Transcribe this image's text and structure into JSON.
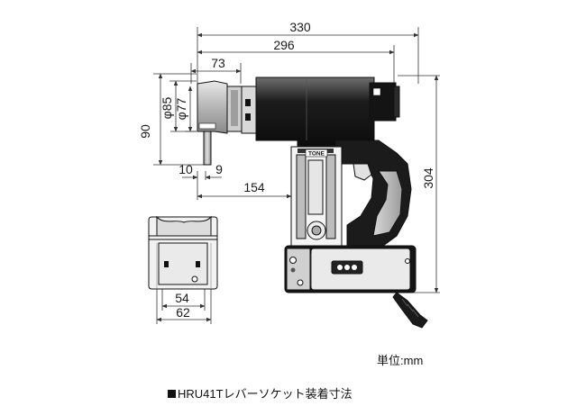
{
  "drawing": {
    "dimensions": {
      "overall_length": "330",
      "body_length": "296",
      "head_length": "73",
      "outer_diameter": "φ85",
      "inner_diameter": "φ77",
      "center_height": "90",
      "pin_offset": "10",
      "pin_width": "9",
      "handle_offset": "154",
      "overall_height": "304",
      "socket_inner_width": "54",
      "socket_outer_width": "62"
    },
    "brand_plate": "TONE",
    "unit_label": "単位:mm",
    "caption": "HRU41Tレバーソケット装着寸法"
  }
}
